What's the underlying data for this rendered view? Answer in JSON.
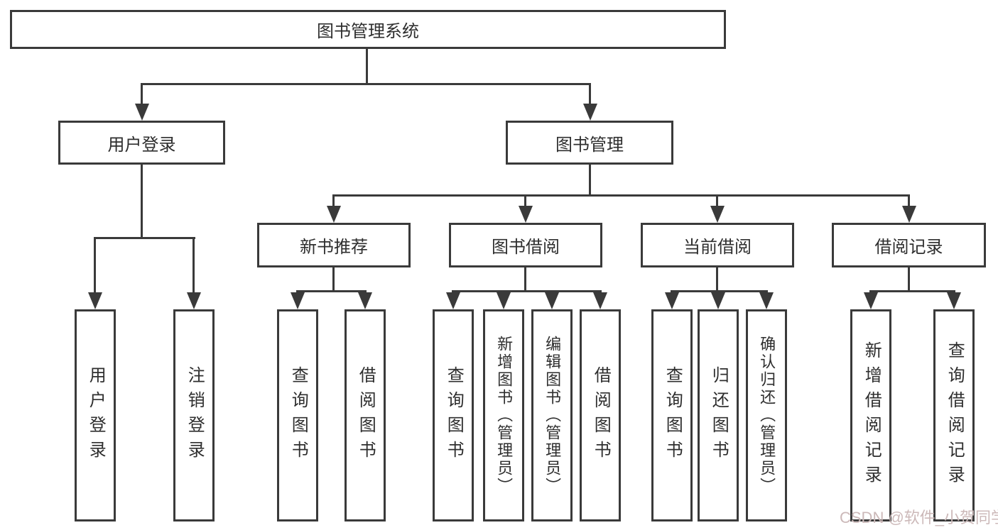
{
  "diagram": {
    "root": {
      "label": "图书管理系统"
    },
    "level2": [
      {
        "label": "用户登录"
      },
      {
        "label": "图书管理"
      }
    ],
    "level3": [
      {
        "label": "新书推荐"
      },
      {
        "label": "图书借阅"
      },
      {
        "label": "当前借阅"
      },
      {
        "label": "借阅记录"
      }
    ],
    "leaves": [
      {
        "label": "用户登录"
      },
      {
        "label": "注销登录"
      },
      {
        "label": "查询图书"
      },
      {
        "label": "借阅图书"
      },
      {
        "label": "查询图书"
      },
      {
        "label": "新增图书（管理员）"
      },
      {
        "label": "编辑图书（管理员）"
      },
      {
        "label": "借阅图书"
      },
      {
        "label": "查询图书"
      },
      {
        "label": "归还图书"
      },
      {
        "label": "确认归还（管理员）"
      },
      {
        "label": "新增借阅记录"
      },
      {
        "label": "查询借阅记录"
      }
    ]
  },
  "watermark": {
    "text": "CSDN @软件_小贺同学"
  },
  "colors": {
    "line": "#3a3a3a",
    "text": "#2e2e2e",
    "watermark": "#ccb9b9",
    "background": "#ffffff"
  }
}
